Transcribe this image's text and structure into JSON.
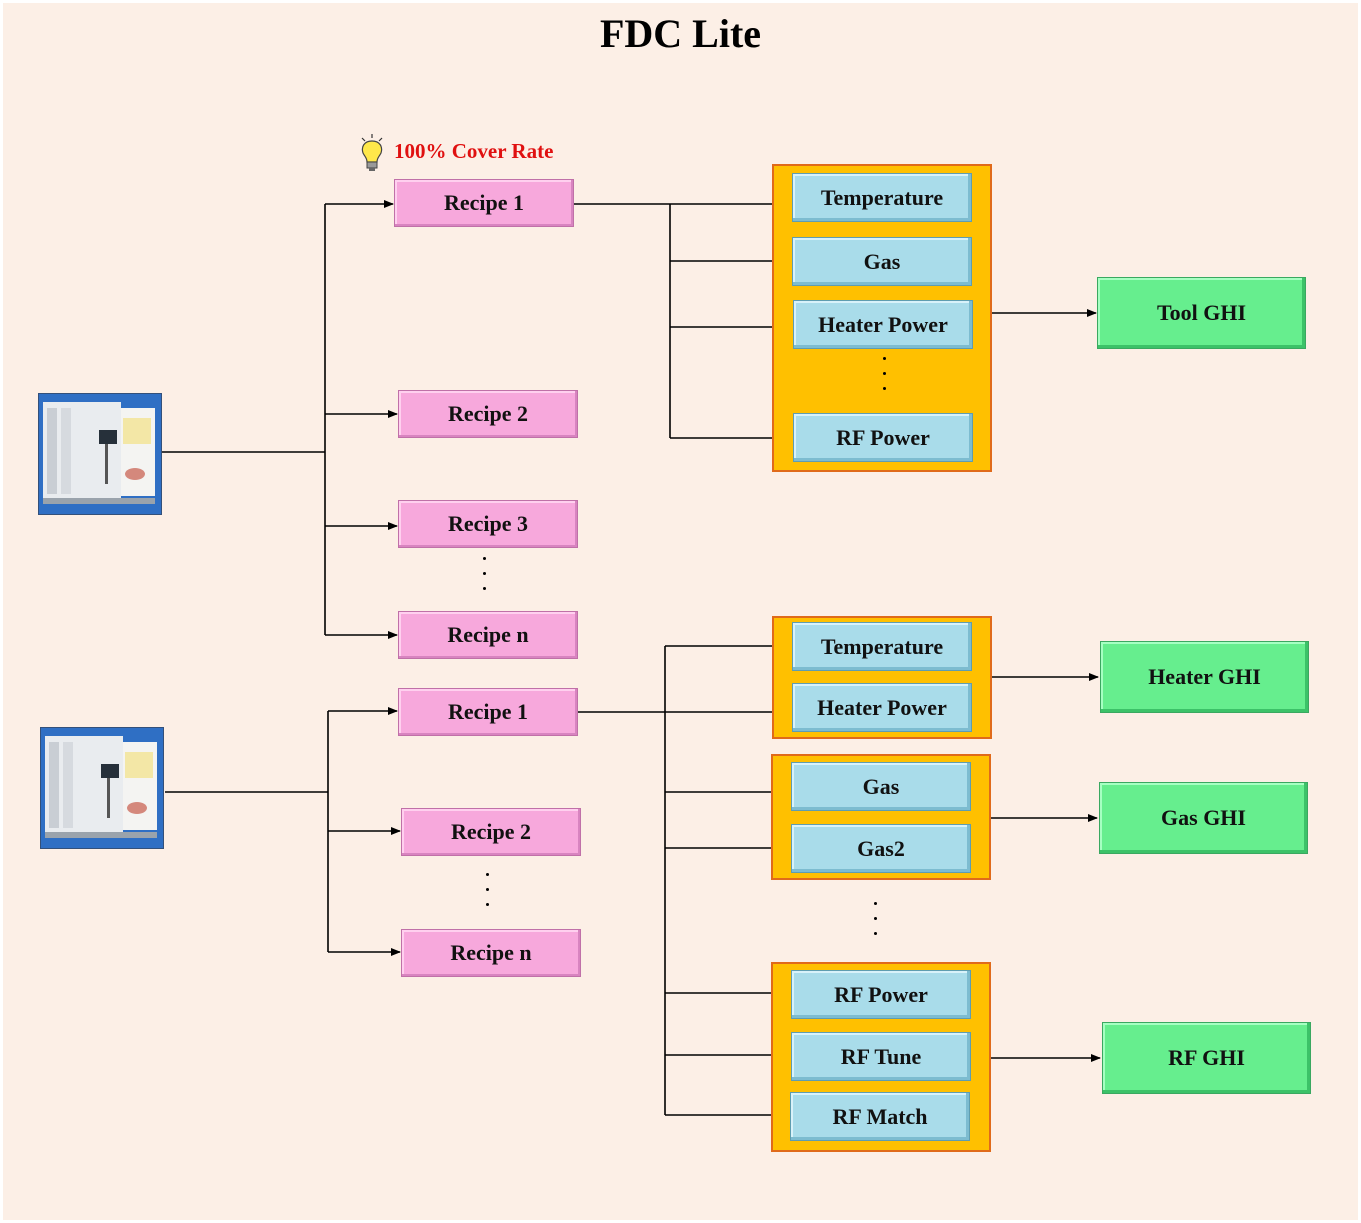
{
  "title": "FDC Lite",
  "annotation": {
    "cover_rate": "100% Cover Rate",
    "icon": "lightbulb-icon"
  },
  "tool_top": {
    "image": "equipment-icon",
    "recipes": [
      "Recipe 1",
      "Recipe 2",
      "Recipe 3",
      "Recipe n"
    ],
    "parameters": [
      "Temperature",
      "Gas",
      "Heater Power",
      "RF Power"
    ],
    "ghi": "Tool GHI"
  },
  "tool_bottom": {
    "image": "equipment-icon",
    "recipes": [
      "Recipe 1",
      "Recipe 2",
      "Recipe n"
    ],
    "groups": [
      {
        "parameters": [
          "Temperature",
          "Heater Power"
        ],
        "ghi": "Heater GHI"
      },
      {
        "parameters": [
          "Gas",
          "Gas2"
        ],
        "ghi": "Gas GHI"
      },
      {
        "parameters": [
          "RF Power",
          "RF Tune",
          "RF Match"
        ],
        "ghi": "RF GHI"
      }
    ]
  },
  "colors": {
    "background": "#fcefe6",
    "recipe_box": "#f7a8dc",
    "parameter_box": "#a9dcea",
    "group_box": "#ffc000",
    "group_border": "#e06a1a",
    "ghi_box": "#66ee8e",
    "highlight_text": "#e01010"
  }
}
